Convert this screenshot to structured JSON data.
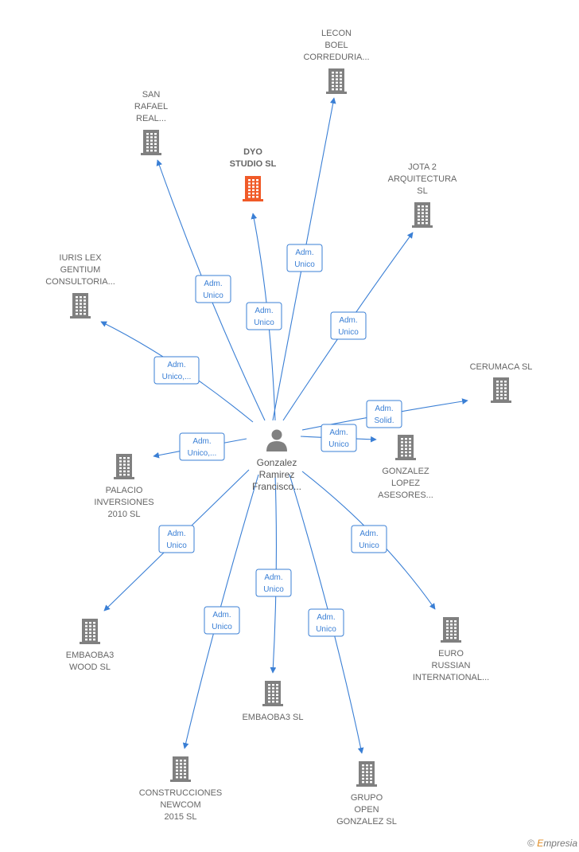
{
  "colors": {
    "edge": "#3a7fd5",
    "building": "#808080",
    "highlight": "#f05a28",
    "person": "#808080"
  },
  "center": {
    "name_lines": [
      "Gonzalez",
      "Ramirez",
      "Francisco..."
    ],
    "icon": "person-icon"
  },
  "nodes": [
    {
      "id": "lecon",
      "lines": [
        "LECON",
        "BOEL",
        "CORREDURIA..."
      ],
      "highlight": false
    },
    {
      "id": "san-rafael",
      "lines": [
        "SAN",
        "RAFAEL",
        "REAL..."
      ],
      "highlight": false
    },
    {
      "id": "dyo",
      "lines": [
        "DYO",
        "STUDIO  SL"
      ],
      "highlight": true
    },
    {
      "id": "jota2",
      "lines": [
        "JOTA 2",
        "ARQUITECTURA",
        "SL"
      ],
      "highlight": false
    },
    {
      "id": "iuris",
      "lines": [
        "IURIS LEX",
        "GENTIUM",
        "CONSULTORIA..."
      ],
      "highlight": false
    },
    {
      "id": "cerumaca",
      "lines": [
        "CERUMACA  SL"
      ],
      "highlight": false
    },
    {
      "id": "palacio",
      "lines": [
        "PALACIO",
        "INVERSIONES",
        "2010 SL"
      ],
      "highlight": false
    },
    {
      "id": "gonzalez-lopez",
      "lines": [
        "GONZALEZ",
        "LOPEZ",
        "ASESORES..."
      ],
      "highlight": false
    },
    {
      "id": "embaoba3-wood",
      "lines": [
        "EMBAOBA3",
        "WOOD  SL"
      ],
      "highlight": false
    },
    {
      "id": "euro-russian",
      "lines": [
        "EURO",
        "RUSSIAN",
        "INTERNATIONAL..."
      ],
      "highlight": false
    },
    {
      "id": "embaoba3",
      "lines": [
        "EMBAOBA3  SL"
      ],
      "highlight": false
    },
    {
      "id": "construcciones",
      "lines": [
        "CONSTRUCCIONES",
        "NEWCOM",
        "2015  SL"
      ],
      "highlight": false
    },
    {
      "id": "grupo-open",
      "lines": [
        "GRUPO",
        "OPEN",
        "GONZALEZ SL"
      ],
      "highlight": false
    }
  ],
  "edges": [
    {
      "target": "lecon",
      "label": [
        "Adm.",
        "Unico"
      ]
    },
    {
      "target": "san-rafael",
      "label": [
        "Adm.",
        "Unico"
      ]
    },
    {
      "target": "dyo",
      "label": [
        "Adm.",
        "Unico"
      ]
    },
    {
      "target": "jota2",
      "label": [
        "Adm.",
        "Unico"
      ]
    },
    {
      "target": "iuris",
      "label": [
        "Adm.",
        "Unico,..."
      ]
    },
    {
      "target": "cerumaca",
      "label": [
        "Adm.",
        "Solid."
      ]
    },
    {
      "target": "palacio",
      "label": [
        "Adm.",
        "Unico,..."
      ]
    },
    {
      "target": "gonzalez-lopez",
      "label": [
        "Adm.",
        "Unico"
      ]
    },
    {
      "target": "embaoba3-wood",
      "label": [
        "Adm.",
        "Unico"
      ]
    },
    {
      "target": "euro-russian",
      "label": [
        "Adm.",
        "Unico"
      ]
    },
    {
      "target": "embaoba3",
      "label": [
        "Adm.",
        "Unico"
      ]
    },
    {
      "target": "construcciones",
      "label": [
        "Adm.",
        "Unico"
      ]
    },
    {
      "target": "grupo-open",
      "label": [
        "Adm.",
        "Unico"
      ]
    }
  ],
  "footer": {
    "copyright": "©",
    "brand_initial": "E",
    "brand_rest": "mpresia"
  }
}
